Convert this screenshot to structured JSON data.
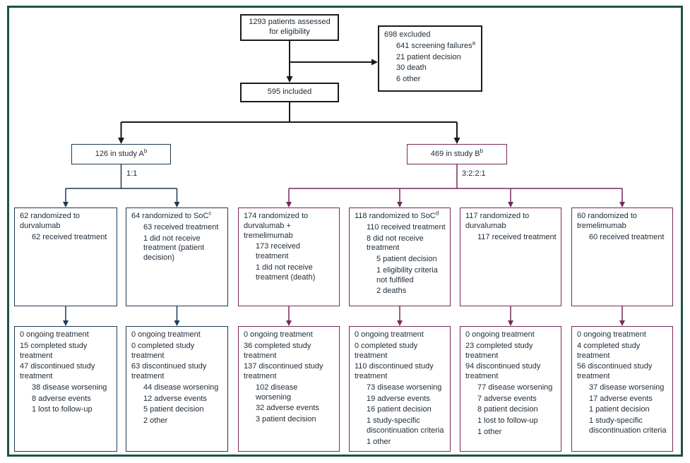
{
  "colors": {
    "frame": "#1c5246",
    "black": "#1a1a1a",
    "navy": "#1b3a55",
    "purple": "#772a5b",
    "text": "#222d38"
  },
  "figure": {
    "assessed": "1293 patients assessed for eligibility",
    "included": "595 included",
    "excluded_lines": [
      {
        "text": "698 excluded",
        "indent": 0
      },
      {
        "text": "641 screening failures",
        "indent": 1,
        "sup": "a"
      },
      {
        "text": "21 patient decision",
        "indent": 1
      },
      {
        "text": "30 death",
        "indent": 1
      },
      {
        "text": "6 other",
        "indent": 1
      }
    ],
    "study_a": {
      "label": "126 in study A",
      "sup": "b",
      "ratio": "1:1"
    },
    "study_b": {
      "label": "469 in study B",
      "sup": "b",
      "ratio": "3:2:2:1"
    },
    "arms": [
      {
        "name": "study A durvalumab",
        "randomized": [
          {
            "text": "62 randomized to durvalumab",
            "indent": 0
          },
          {
            "text": "62 received treatment",
            "indent": 1
          }
        ],
        "outcome": [
          {
            "text": "0 ongoing treatment",
            "indent": 0
          },
          {
            "text": "15 completed study treatment",
            "indent": 0
          },
          {
            "text": "47 discontinued study treatment",
            "indent": 0
          },
          {
            "text": "38 disease worsening",
            "indent": 1
          },
          {
            "text": "8 adverse events",
            "indent": 1
          },
          {
            "text": "1 lost to follow-up",
            "indent": 1
          }
        ]
      },
      {
        "name": "study A SoC",
        "randomized": [
          {
            "text": "64 randomized to SoC",
            "indent": 0,
            "sup": "c"
          },
          {
            "text": "63 received treatment",
            "indent": 1
          },
          {
            "text": "1 did not receive treatment (patient decision)",
            "indent": 1
          }
        ],
        "outcome": [
          {
            "text": "0 ongoing treatment",
            "indent": 0
          },
          {
            "text": "0 completed study treatment",
            "indent": 0
          },
          {
            "text": "63 discontinued study treatment",
            "indent": 0
          },
          {
            "text": "44 disease worsening",
            "indent": 1
          },
          {
            "text": "12 adverse events",
            "indent": 1
          },
          {
            "text": "5 patient decision",
            "indent": 1
          },
          {
            "text": "2 other",
            "indent": 1
          }
        ]
      },
      {
        "name": "study B durvalumab + tremelimumab",
        "randomized": [
          {
            "text": "174 randomized to durvalumab + tremelimumab",
            "indent": 0
          },
          {
            "text": "173 received treatment",
            "indent": 1
          },
          {
            "text": "1 did not receive treatment (death)",
            "indent": 1
          }
        ],
        "outcome": [
          {
            "text": "0 ongoing treatment",
            "indent": 0
          },
          {
            "text": "36 completed study treatment",
            "indent": 0
          },
          {
            "text": "137 discontinued study treatment",
            "indent": 0
          },
          {
            "text": "102 disease worsening",
            "indent": 1
          },
          {
            "text": "32 adverse events",
            "indent": 1
          },
          {
            "text": "3 patient decision",
            "indent": 1
          }
        ]
      },
      {
        "name": "study B SoC",
        "randomized": [
          {
            "text": "118 randomized to SoC",
            "indent": 0,
            "sup": "d"
          },
          {
            "text": "110 received treatment",
            "indent": 1
          },
          {
            "text": "8 did not receive treatment",
            "indent": 1
          },
          {
            "text": "5 patient decision",
            "indent": 2
          },
          {
            "text": "1 eligibility criteria not fulfilled",
            "indent": 2
          },
          {
            "text": "2 deaths",
            "indent": 2
          }
        ],
        "outcome": [
          {
            "text": "0 ongoing treatment",
            "indent": 0
          },
          {
            "text": "0 completed study treatment",
            "indent": 0
          },
          {
            "text": "110 discontinued study treatment",
            "indent": 0
          },
          {
            "text": "73 disease worsening",
            "indent": 1
          },
          {
            "text": "19 adverse events",
            "indent": 1
          },
          {
            "text": "16 patient decision",
            "indent": 1
          },
          {
            "text": "1 study-specific discontinuation criteria",
            "indent": 1
          },
          {
            "text": "1 other",
            "indent": 1
          }
        ]
      },
      {
        "name": "study B durvalumab",
        "randomized": [
          {
            "text": "117 randomized to durvalumab",
            "indent": 0
          },
          {
            "text": "117 received treatment",
            "indent": 1
          }
        ],
        "outcome": [
          {
            "text": "0 ongoing treatment",
            "indent": 0
          },
          {
            "text": "23 completed study treatment",
            "indent": 0
          },
          {
            "text": "94 discontinued study treatment",
            "indent": 0
          },
          {
            "text": "77 disease worsening",
            "indent": 1
          },
          {
            "text": "7 adverse events",
            "indent": 1
          },
          {
            "text": "8 patient decision",
            "indent": 1
          },
          {
            "text": "1 lost to follow-up",
            "indent": 1
          },
          {
            "text": "1 other",
            "indent": 1
          }
        ]
      },
      {
        "name": "study B tremelimumab",
        "randomized": [
          {
            "text": "60 randomized to tremelimumab",
            "indent": 0
          },
          {
            "text": "60 received treatment",
            "indent": 1
          }
        ],
        "outcome": [
          {
            "text": "0 ongoing treatment",
            "indent": 0
          },
          {
            "text": "4 completed study treatment",
            "indent": 0
          },
          {
            "text": "56 discontinued study treatment",
            "indent": 0
          },
          {
            "text": "37 disease worsening",
            "indent": 1
          },
          {
            "text": "17 adverse events",
            "indent": 1
          },
          {
            "text": "1 patient decision",
            "indent": 1
          },
          {
            "text": "1 study-specific discontinuation criteria",
            "indent": 1
          }
        ]
      }
    ]
  }
}
